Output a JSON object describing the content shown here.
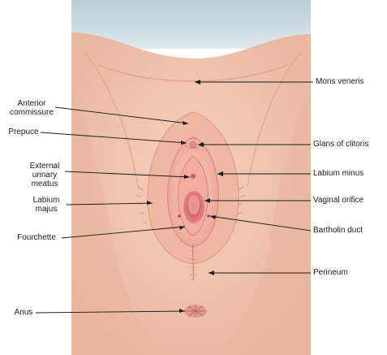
{
  "labels_left": [
    {
      "id": "anterior-commissure",
      "lines": [
        "Anterior",
        "commissure"
      ]
    },
    {
      "id": "prepuce",
      "lines": [
        "Prepuce"
      ]
    },
    {
      "id": "external-urinary-meatus",
      "lines": [
        "External",
        "urinary",
        "meatus"
      ]
    },
    {
      "id": "labium-majus",
      "lines": [
        "Labium",
        "majus"
      ]
    },
    {
      "id": "fourchette",
      "lines": [
        "Fourchette"
      ]
    },
    {
      "id": "anus",
      "lines": [
        "Anus"
      ]
    }
  ],
  "labels_right": [
    {
      "id": "mons-veneris",
      "lines": [
        "Mons veneris"
      ]
    },
    {
      "id": "glans-of-clitoris",
      "lines": [
        "Glans of clitoris"
      ]
    },
    {
      "id": "labium-minus",
      "lines": [
        "Labium minus"
      ]
    },
    {
      "id": "vaginal-orifice",
      "lines": [
        "Vaginal orifice"
      ]
    },
    {
      "id": "bartholin-duct",
      "lines": [
        "Bartholin duct"
      ]
    },
    {
      "id": "perineum",
      "lines": [
        "Perineum"
      ]
    }
  ],
  "colors": {
    "skin": "#f2c4ad",
    "skin_shadow": "#e5a68c",
    "background_top": "#cfdfe6",
    "mucosa": "#e98f8c",
    "mucosa_light": "#f5c0b4",
    "leader_line": "#1a1a1a"
  }
}
